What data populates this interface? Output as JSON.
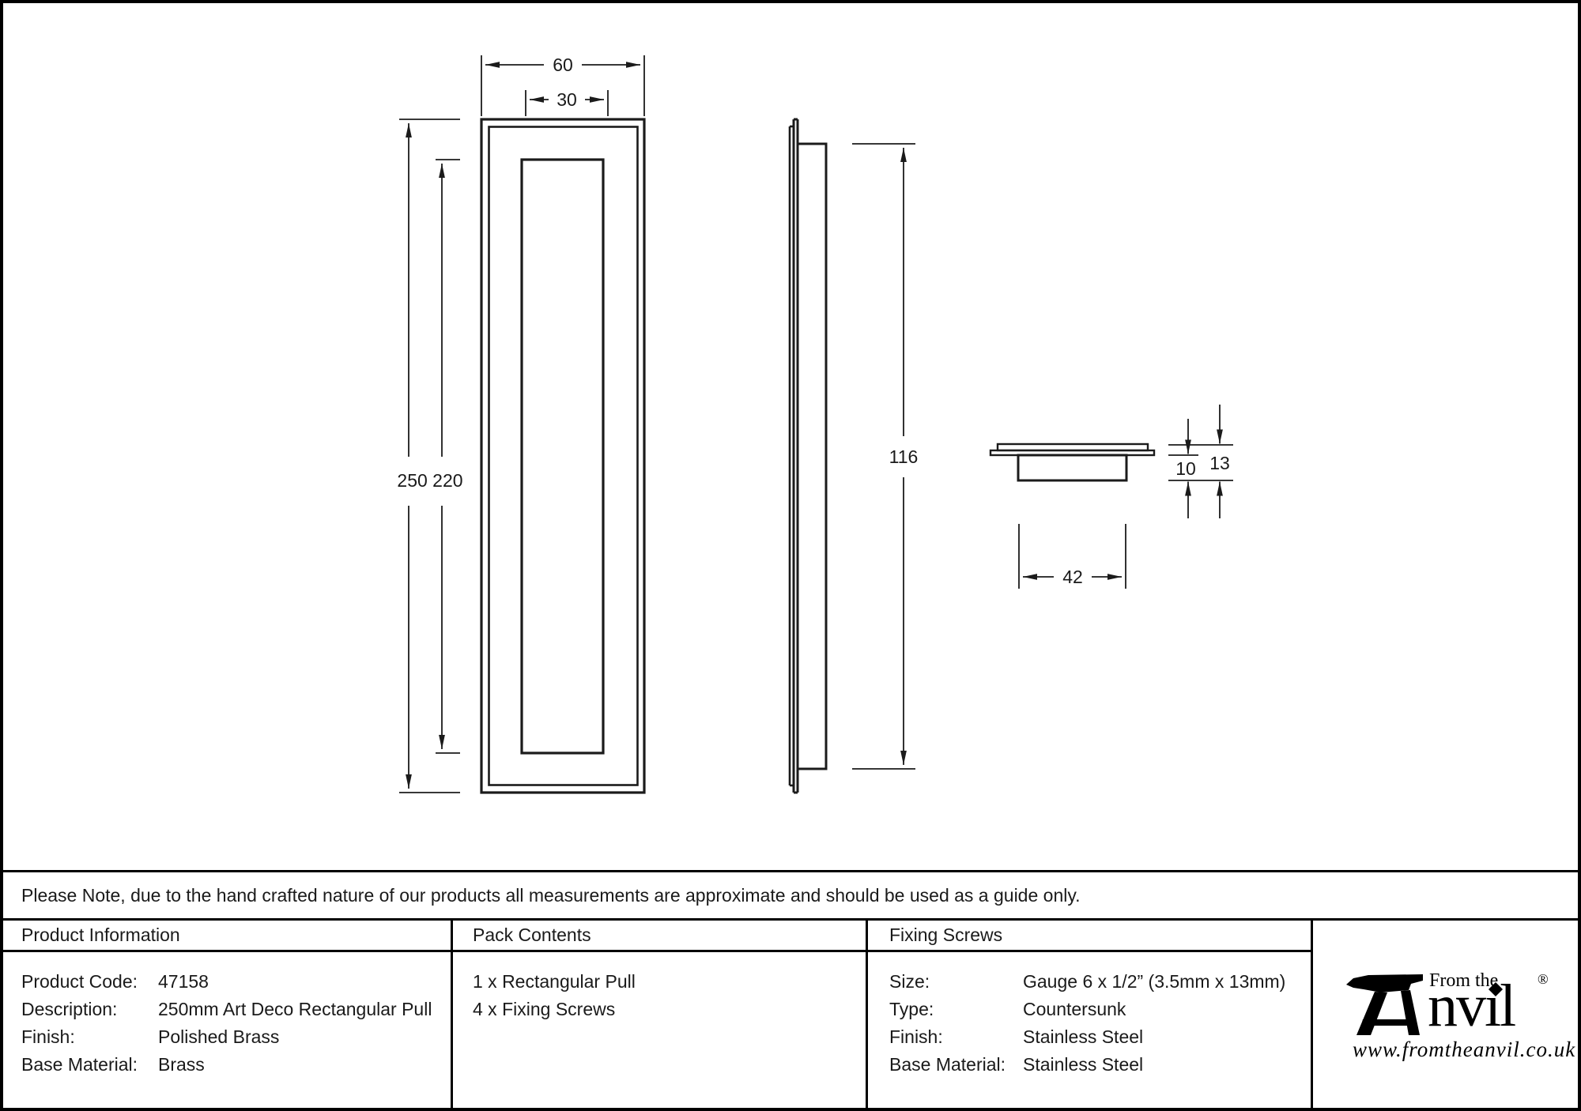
{
  "note": "Please Note, due to the hand crafted nature of our products all measurements are approximate and should be used as a guide only.",
  "drawing": {
    "front_view": {
      "width_outer": "60",
      "width_inner": "30",
      "heights": "250 220"
    },
    "side_view": {
      "height": "116"
    },
    "section_view": {
      "cup_width": "42",
      "cup_depth": "10",
      "total_depth": "13"
    }
  },
  "table": {
    "product_information": {
      "title": "Product Information",
      "rows": [
        {
          "label": "Product Code:",
          "value": "47158"
        },
        {
          "label": "Description:",
          "value": "250mm Art Deco Rectangular Pull"
        },
        {
          "label": "Finish:",
          "value": "Polished Brass"
        },
        {
          "label": "Base Material:",
          "value": "Brass"
        }
      ]
    },
    "pack_contents": {
      "title": "Pack Contents",
      "items": [
        "1 x Rectangular Pull",
        "4 x Fixing Screws"
      ]
    },
    "fixing_screws": {
      "title": "Fixing Screws",
      "rows": [
        {
          "label": "Size:",
          "value": "Gauge 6 x 1/2” (3.5mm x 13mm)"
        },
        {
          "label": "Type:",
          "value": "Countersunk"
        },
        {
          "label": "Finish:",
          "value": "Stainless Steel"
        },
        {
          "label": "Base Material:",
          "value": "Stainless Steel"
        }
      ]
    }
  },
  "logo": {
    "brand_name": "Anvil",
    "brand_visible_letters": "nvıl",
    "tagline": "From the",
    "registered_mark": "®",
    "website": "www.fromtheanvil.co.uk"
  }
}
